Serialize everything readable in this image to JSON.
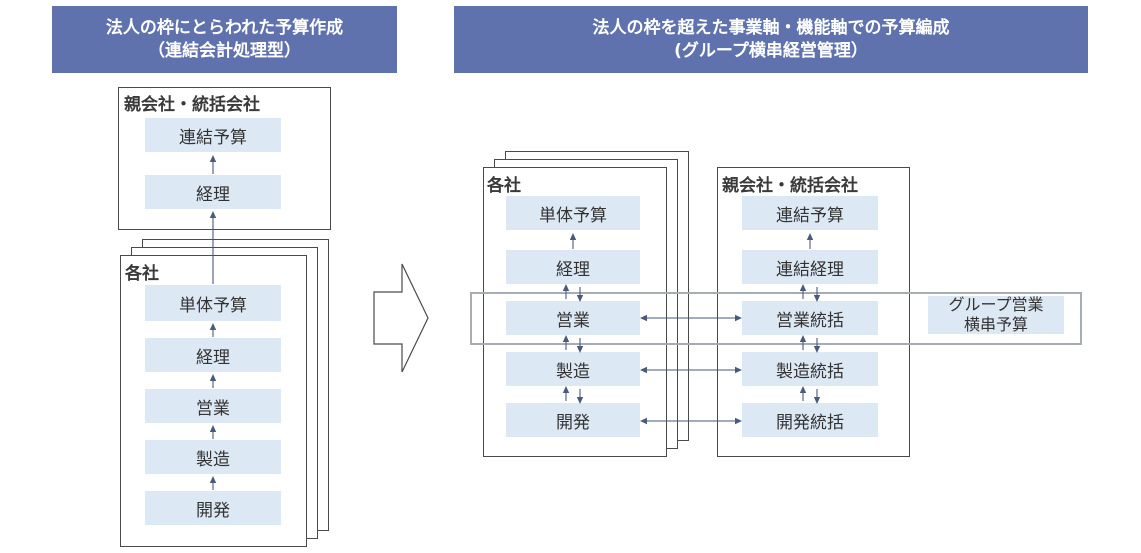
{
  "left_panel": {
    "header_line1": "法人の枠にとらわれた予算作成",
    "header_line2": "（連結会計処理型）",
    "parent_frame_title": "親会社・統括会社",
    "parent_boxes": [
      "連結予算",
      "経理"
    ],
    "sub_frame_title": "各社",
    "sub_boxes": [
      "単体予算",
      "経理",
      "営業",
      "製造",
      "開発"
    ]
  },
  "right_panel": {
    "header_line1": "法人の枠を超えた事業軸・機能軸での予算編成",
    "header_line2": "(グループ横串経営管理）",
    "sub_frame_title": "各社",
    "sub_boxes": [
      "単体予算",
      "経理",
      "営業",
      "製造",
      "開発"
    ],
    "parent_frame_title": "親会社・統括会社",
    "parent_boxes": [
      "連結予算",
      "連結経理",
      "営業統括",
      "製造統括",
      "開発統括"
    ],
    "band_label_line1": "グループ営業",
    "band_label_line2": "横串予算"
  },
  "colors": {
    "header_bg": "#5f72ae",
    "box_fill": "#dde8f5",
    "frame_border": "#4a4a4a",
    "band_border": "#a8adb3"
  }
}
